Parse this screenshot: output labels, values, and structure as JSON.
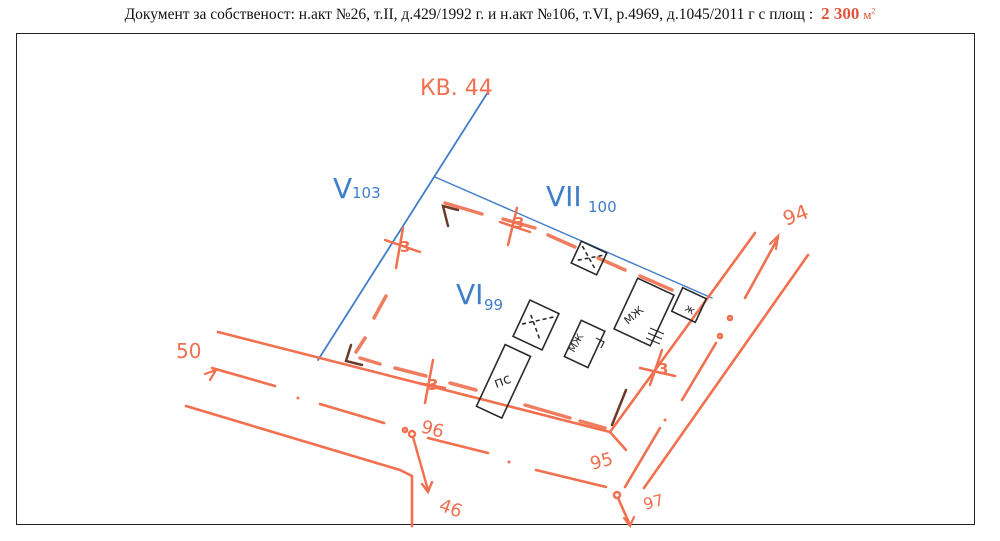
{
  "header": {
    "document_text": "Документ за собственост: н.акт №26, т.II, д.429/1992 г. и н.акт №106, т.VI, р.4969, д.1045/2011 г   с площ :",
    "area_value": "2 300",
    "area_unit": "м",
    "area_unit_sup": "2"
  },
  "colors": {
    "road": "#f0704f",
    "boundary_blue": "#3f7ec8",
    "building": "#2a2a2a",
    "frame": "#222222"
  },
  "labels": {
    "block": "КВ. 44",
    "plot_v": "V",
    "plot_v_sub": "103",
    "plot_vii": "VII",
    "plot_vii_sub": "100",
    "plot_vi": "VI",
    "plot_vi_sub": "99",
    "building_pc": "пс",
    "building_mzh_1": "МЖ",
    "building_mzh_2": "МЖ",
    "building_small": "ж"
  },
  "roads": {
    "osts": [
      "50",
      "96",
      "46",
      "95",
      "94",
      "97"
    ]
  },
  "setbacks": {
    "marker": "3"
  }
}
